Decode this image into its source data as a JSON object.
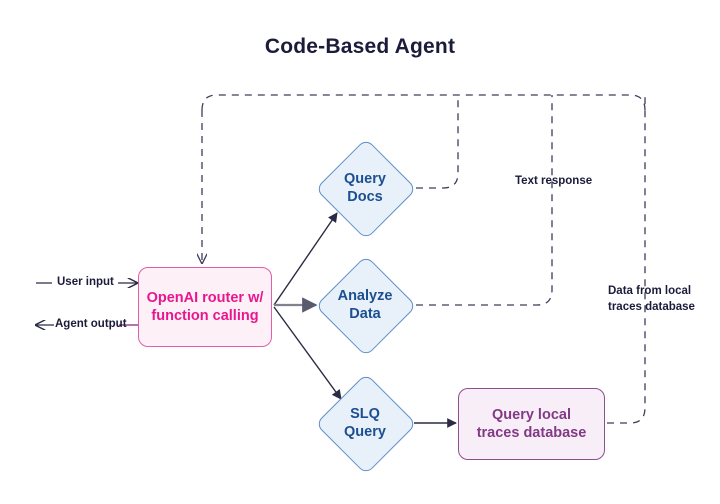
{
  "title": "Code-Based Agent",
  "colors": {
    "title": "#1b1b3a",
    "router_text": "#e8178f",
    "router_border": "#e05fa8",
    "router_fill": "#fdf0f7",
    "diamond_text": "#1c4f91",
    "diamond_border": "#5c8fc9",
    "diamond_fill": "#e8f0f9",
    "db_text": "#823a85",
    "db_border": "#8e4f92",
    "db_fill": "#f8eef8",
    "solid_arrow": "#2b2b45",
    "gray_arrow": "#808191",
    "dashed_line": "#3d3d5c",
    "label_text": "#1b1b3a"
  },
  "nodes": {
    "router": {
      "line1": "OpenAI router w/",
      "line2": "function calling"
    },
    "query_docs": {
      "line1": "Query",
      "line2": "Docs"
    },
    "analyze_data": {
      "line1": "Analyze",
      "line2": "Data"
    },
    "slq_query": {
      "line1": "SLQ",
      "line2": "Query"
    },
    "query_local_traces": {
      "line1": "Query local",
      "line2": "traces database"
    }
  },
  "io": {
    "user_input": "User input",
    "agent_output": "Agent output"
  },
  "edge_labels": {
    "text_response": "Text response",
    "data_from_local_line1": "Data from local",
    "data_from_local_line2": "traces database"
  }
}
